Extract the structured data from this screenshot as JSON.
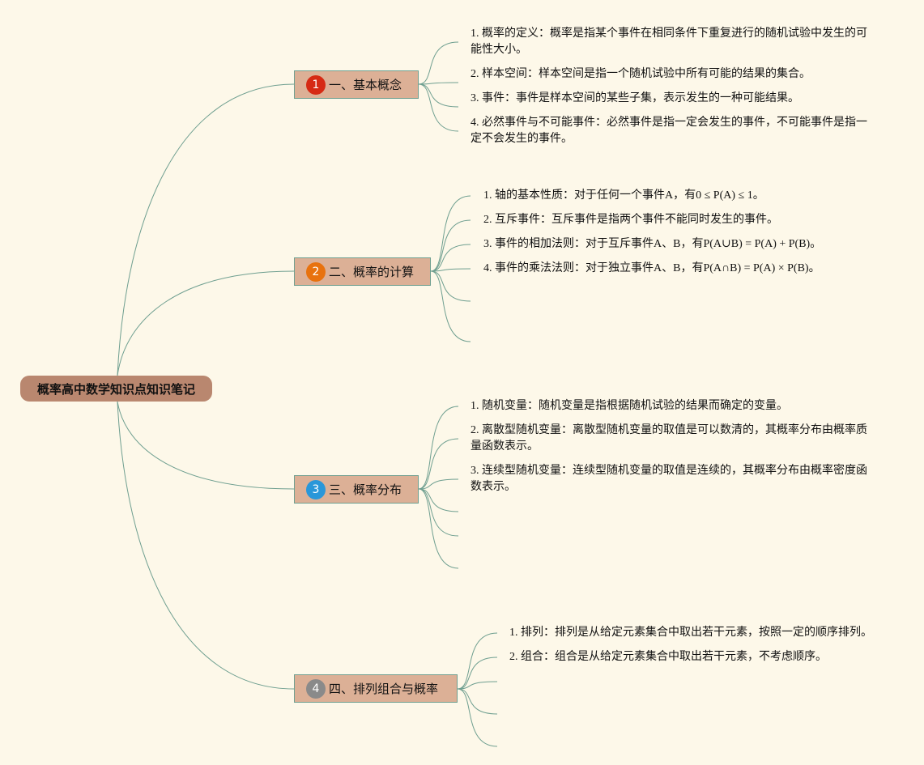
{
  "colors": {
    "background": "#fdf8e9",
    "line": "#6f9f90",
    "root_fill": "#b9876f",
    "branch_fill": "#dcb096"
  },
  "root": {
    "label": "概率高中数学知识点知识笔记"
  },
  "branches": [
    {
      "badge": "1",
      "badge_color": "#d62a14",
      "label": "一、基本概念",
      "items": [
        "1. 概率的定义：概率是指某个事件在相同条件下重复进行的随机试验中发生的可能性大小。",
        "2. 样本空间：样本空间是指一个随机试验中所有可能的结果的集合。",
        "3. 事件：事件是样本空间的某些子集，表示发生的一种可能结果。",
        "4. 必然事件与不可能事件：必然事件是指一定会发生的事件，不可能事件是指一定不会发生的事件。"
      ]
    },
    {
      "badge": "2",
      "badge_color": "#e8720e",
      "label": "二、概率的计算",
      "items": [
        "1. 轴的基本性质：对于任何一个事件A，有0 ≤ P(A) ≤ 1。",
        "2. 互斥事件：互斥事件是指两个事件不能同时发生的事件。",
        "3. 事件的相加法则：对于互斥事件A、B，有P(A∪B) = P(A) + P(B)。",
        "4. 事件的乘法法则：对于独立事件A、B，有P(A∩B) = P(A) × P(B)。"
      ]
    },
    {
      "badge": "3",
      "badge_color": "#2a97d9",
      "label": "三、概率分布",
      "items": [
        "1. 随机变量：随机变量是指根据随机试验的结果而确定的变量。",
        "2. 离散型随机变量：离散型随机变量的取值是可以数清的，其概率分布由概率质量函数表示。",
        "3. 连续型随机变量：连续型随机变量的取值是连续的，其概率分布由概率密度函数表示。"
      ]
    },
    {
      "badge": "4",
      "badge_color": "#8a8a8a",
      "label": "四、排列组合与概率",
      "items": [
        "1. 排列：排列是从给定元素集合中取出若干元素，按照一定的顺序排列。",
        "2. 组合：组合是从给定元素集合中取出若干元素，不考虑顺序。"
      ]
    }
  ]
}
